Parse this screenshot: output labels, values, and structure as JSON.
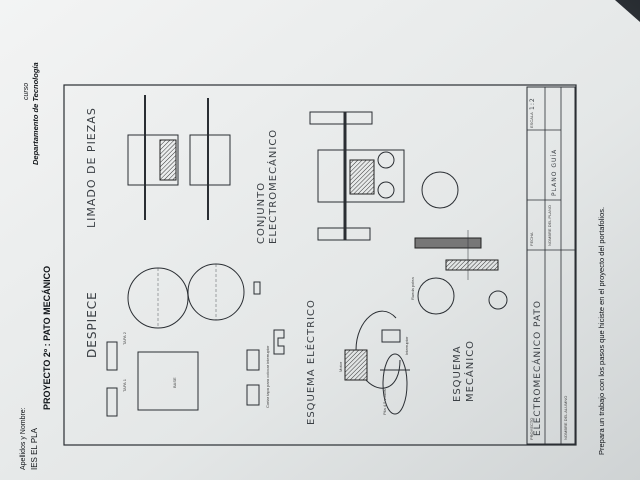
{
  "header": {
    "apellidos_label": "Apellidos y Nombre:",
    "school": "IES EL PLA",
    "curso_label": "curso",
    "department": "Departamento de Tecnología",
    "project_title": "PROYECTO 2º : PATO MECÁNICO"
  },
  "sections": {
    "despiece": "DESPIECE",
    "limado": "LIMADO DE PIEZAS",
    "conjunto_line1": "CONJUNTO",
    "conjunto_line2": "ELECTROMECÁNICO",
    "esquema_electrico": "ESQUEMA ELÉCTRICO",
    "esquema_mecanico_line1": "ESQUEMA",
    "esquema_mecanico_line2": "MECÁNICO"
  },
  "part_labels": {
    "tapa1": "TAPA 1",
    "tapa2": "TAPA 2",
    "base": "BASE",
    "corte_tapa": "Cortar tapa para colocar interruptor",
    "motor": "Motor",
    "pila": "Pila 4,5 voltios",
    "interruptor": "Interruptor",
    "rueda_polea": "Rueda polea"
  },
  "title_block": {
    "project_label": "PROYECTO",
    "project_value": "ELECTROMECÁNICO PATO",
    "fecha_label": "FECHA",
    "nombre_plano_label": "NOMBRE DEL PLANO",
    "plano_value": "PLANO GUÍA",
    "escala_label": "ESCALA",
    "escala_value": "1:2",
    "alumno_label": "NOMBRE DEL ALUMNO"
  },
  "instruction": "Prepara un trabajo con los pasos que hiciste en el proyecto del portafolios.",
  "colors": {
    "paper": "#e9ecec",
    "ink": "#1c2024",
    "wood": "#5a5a5a"
  }
}
